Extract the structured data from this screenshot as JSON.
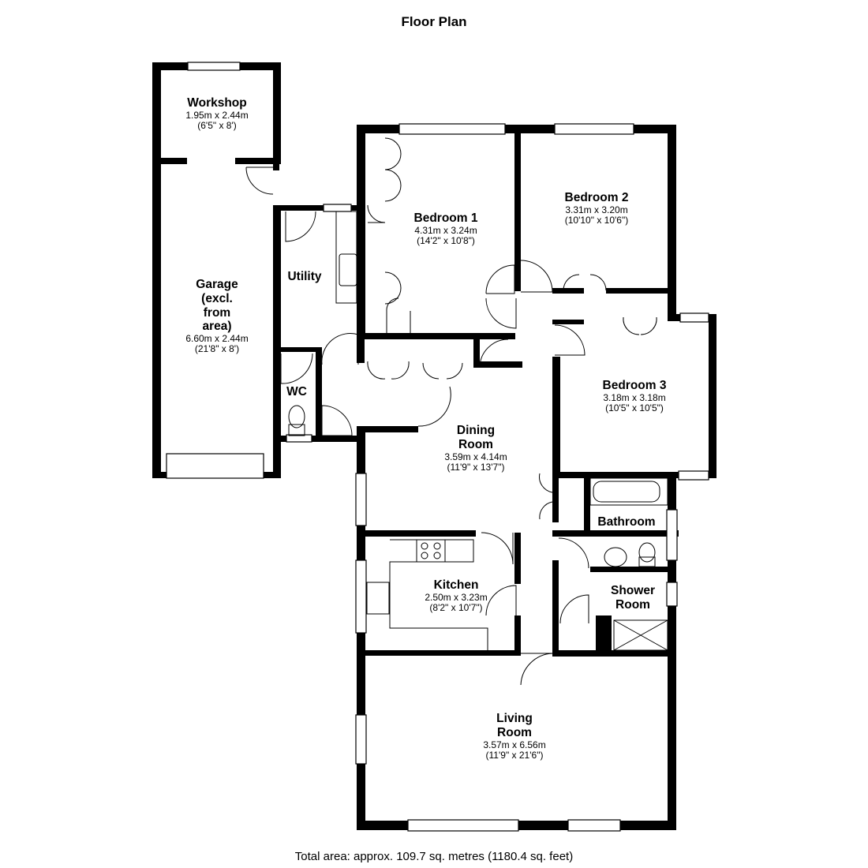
{
  "title": "Floor Plan",
  "footer": "Total area: approx. 109.7 sq. metres (1180.4 sq. feet)",
  "rooms": {
    "workshop": {
      "name": "Workshop",
      "metric": "1.95m x 2.44m",
      "imperial": "(6'5\" x 8')"
    },
    "garage": {
      "name_lines": [
        "Garage",
        "(excl.",
        "from",
        "area)"
      ],
      "metric": "6.60m x 2.44m",
      "imperial": "(21'8\" x 8')"
    },
    "utility": {
      "name": "Utility"
    },
    "wc": {
      "name": "WC"
    },
    "bedroom1": {
      "name": "Bedroom 1",
      "metric": "4.31m x 3.24m",
      "imperial": "(14'2\" x 10'8\")"
    },
    "bedroom2": {
      "name": "Bedroom 2",
      "metric": "3.31m x 3.20m",
      "imperial": "(10'10\" x 10'6\")"
    },
    "bedroom3": {
      "name": "Bedroom 3",
      "metric": "3.18m x 3.18m",
      "imperial": "(10'5\" x 10'5\")"
    },
    "dining": {
      "name_lines": [
        "Dining",
        "Room"
      ],
      "metric": "3.59m x 4.14m",
      "imperial": "(11'9\" x 13'7\")"
    },
    "bathroom": {
      "name": "Bathroom"
    },
    "kitchen": {
      "name": "Kitchen",
      "metric": "2.50m x 3.23m",
      "imperial": "(8'2\" x 10'7\")"
    },
    "shower": {
      "name_lines": [
        "Shower",
        "Room"
      ]
    },
    "living": {
      "name_lines": [
        "Living",
        "Room"
      ],
      "metric": "3.57m x 6.56m",
      "imperial": "(11'9\" x 21'6\")"
    }
  }
}
